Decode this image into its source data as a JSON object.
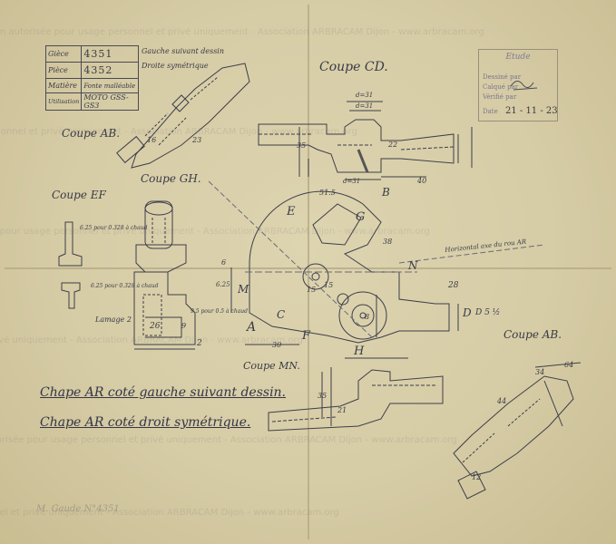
{
  "title_block": {
    "rows": [
      {
        "label": "Gièce",
        "number": "4351",
        "note": "Gauche suivant dessin"
      },
      {
        "label": "Pièce",
        "number": "4352",
        "note": "Droite symétrique"
      },
      {
        "label": "Matière",
        "number": "Fonte malléable",
        "note": ""
      },
      {
        "label": "Utilisation",
        "number": "MOTO GSS-GS3",
        "note": ""
      }
    ]
  },
  "stamp": {
    "title": "Etude",
    "lines": [
      "Dessiné par",
      "Calqué par",
      "Vérifié par"
    ],
    "date_label": "Date",
    "date": "21 - 11 - 23"
  },
  "section_labels": {
    "coupe_ab_top": "Coupe AB.",
    "coupe_gh": "Coupe GH.",
    "coupe_cd": "Coupe CD.",
    "coupe_ef": "Coupe EF",
    "coupe_mn": "Coupe MN.",
    "coupe_ab_right": "Coupe AB."
  },
  "captions": {
    "line1": "Chape AR coté gauche suivant dessin.",
    "line2": "Chape AR coté droit symétrique."
  },
  "annotations": {
    "horizontal_axis": "Horizontal axe du rou AR",
    "lamage": "Lamage 2",
    "depouille_1": "6.25 pour 0.328 à chaud",
    "depouille_2": "6.25 pour 0.328 à chaud",
    "bossage": "9.5 pour 0.5 à chaud",
    "d_5": "D 5 ½"
  },
  "letters": {
    "A": "A",
    "B": "B",
    "C": "C",
    "D": "D",
    "E": "E",
    "F": "F",
    "G": "G",
    "H": "H",
    "M": "M",
    "N": "N"
  },
  "dimensions": {
    "d31a": "d=31",
    "d31b": "d=31",
    "d31c": "d=31",
    "dim_40": "40",
    "dim_35a": "35",
    "dim_35b": "35",
    "dim_51": "51.5",
    "dim_28": "28",
    "dim_26": "26",
    "dim_30": "30",
    "dim_15a": "15",
    "dim_15b": "15",
    "dim_23": "23",
    "dim_22": "22",
    "dim_21": "21",
    "dim_44": "44",
    "dim_34": "34",
    "dim_8": "8",
    "dim_9": "9",
    "dim_2": "2",
    "dim_6": "6",
    "dim_625": "6.25",
    "dim_16": "16",
    "dim_12": "12",
    "dim_38": "38",
    "dim_64": "64"
  },
  "watermark": {
    "text": "Reproduction autorisée pour usage personnel et privé uniquement - Association ARBRACAM Dijon - www.arbracam.org"
  },
  "corner_note": "M. Gaude N°4351"
}
